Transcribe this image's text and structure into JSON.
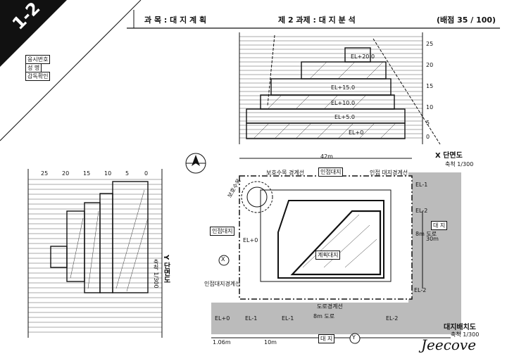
{
  "header": {
    "badge": "1-2",
    "subject": "과 목 : 대 지 계 획",
    "task": "제 2 과제 : 대 지 분 석",
    "score": "(배점  35 / 100)"
  },
  "candidate_box": {
    "rows": [
      {
        "label": "응시번호",
        "value": ""
      },
      {
        "label": "성    명",
        "value": ""
      },
      {
        "label": "감독확인",
        "value": ""
      }
    ]
  },
  "x_section": {
    "title": "X 단면도",
    "scale": "축척 1/300",
    "levels": [
      "EL+20.0",
      "EL+15.0",
      "EL+10.0",
      "EL+5.0",
      "EL+0"
    ],
    "right_axis": [
      "25",
      "20",
      "15",
      "10",
      "5",
      "0"
    ]
  },
  "y_section": {
    "title": "Y 단면도",
    "scale": "축척 1/300",
    "axis": [
      "25",
      "20",
      "15",
      "10",
      "5",
      "0"
    ]
  },
  "site_plan": {
    "title": "대지배치도",
    "scale": "축척 1/300",
    "dims": [
      "42m",
      "30m",
      "10m",
      "1.06m"
    ],
    "labels": {
      "neighbor_top": "인접대지",
      "neighbor_left": "인접대지",
      "neighbor_right": "대 지",
      "plan_site": "계획대지",
      "road_right": "8m 도로",
      "road_bottom": "8m 도로",
      "site_bottom": "대 지",
      "protect_tree": "보호수목",
      "tree_line": "보호수목 경계선",
      "adjacent_line": "인접 대지경계선",
      "adj_line_2": "인접대지경계선",
      "road_boundary": "도로경계선"
    },
    "elevations": [
      "EL+0",
      "EL-1",
      "EL-2",
      "EL+0",
      "EL-1",
      "EL-2",
      "EL-2",
      "EL-1"
    ],
    "x_mark": "X",
    "y_mark": "Y"
  },
  "signature": "Jeecove"
}
